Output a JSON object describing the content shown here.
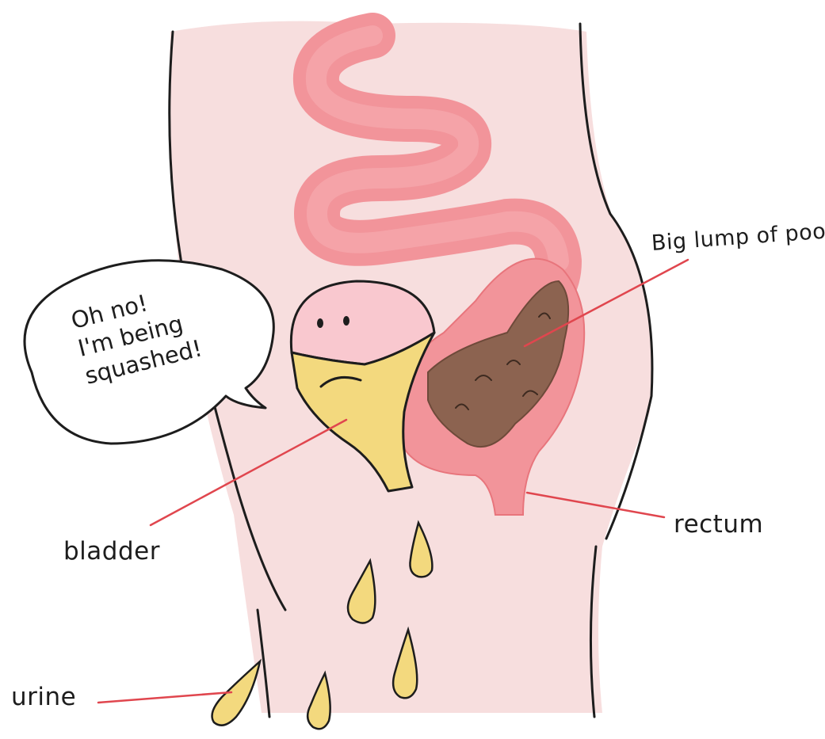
{
  "labels": {
    "poo": "Big lump of poo",
    "rectum": "rectum",
    "bladder": "bladder",
    "urine": "urine"
  },
  "speech_bubble": {
    "lines": [
      "Oh no!",
      "I'm being",
      "squashed!"
    ]
  },
  "colors": {
    "skin": "#f7dede",
    "intestine": "#f2949a",
    "intestine_dark": "#e8757c",
    "poo": "#8c6350",
    "urine": "#f3d97e",
    "bladder_top": "#f9c8cf",
    "leader_line": "#e0464e",
    "outline": "#1d1d1d"
  }
}
